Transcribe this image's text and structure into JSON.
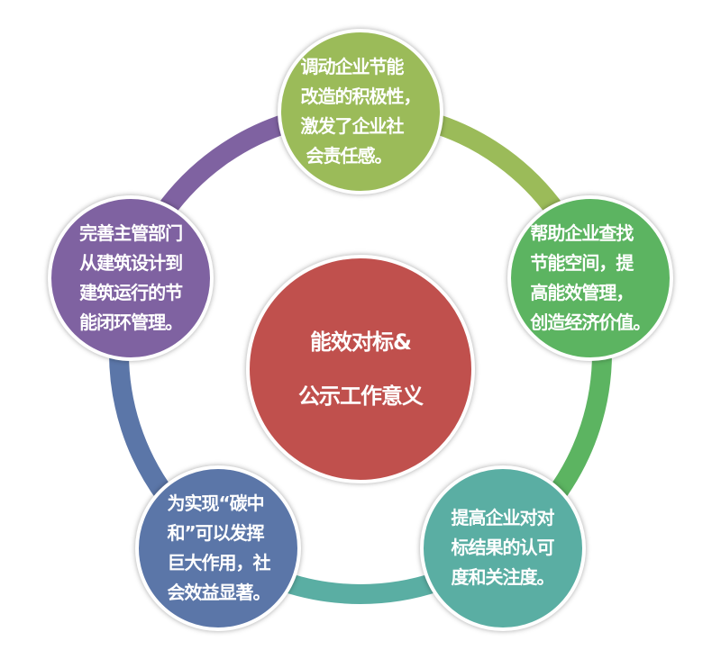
{
  "center": {
    "line1": "能效对标&",
    "line2": "公示工作意义",
    "color": "#c0504d"
  },
  "nodes": [
    {
      "id": "top",
      "text": "调动企业节能\n改造的积极性，\n激发了企业社\n 会责任感。",
      "color": "#9bbb59"
    },
    {
      "id": "right",
      "text": "帮助企业查找\n节能空间，提\n高能效管理，\n创造经济价值。",
      "color": "#5cb461"
    },
    {
      "id": "bottom-right",
      "text": "提高企业对对\n标结果的认可\n度和关注度。",
      "color": "#5aaea3"
    },
    {
      "id": "bottom-left",
      "text": "为实现“碳中\n和”可以发挥\n巨大作用，社\n会效益显著。",
      "color": "#5b76a8"
    },
    {
      "id": "left",
      "text": "完善主管部门\n从建筑设计到\n建筑运行的节\n能闭环管理。",
      "color": "#7f62a1"
    }
  ]
}
